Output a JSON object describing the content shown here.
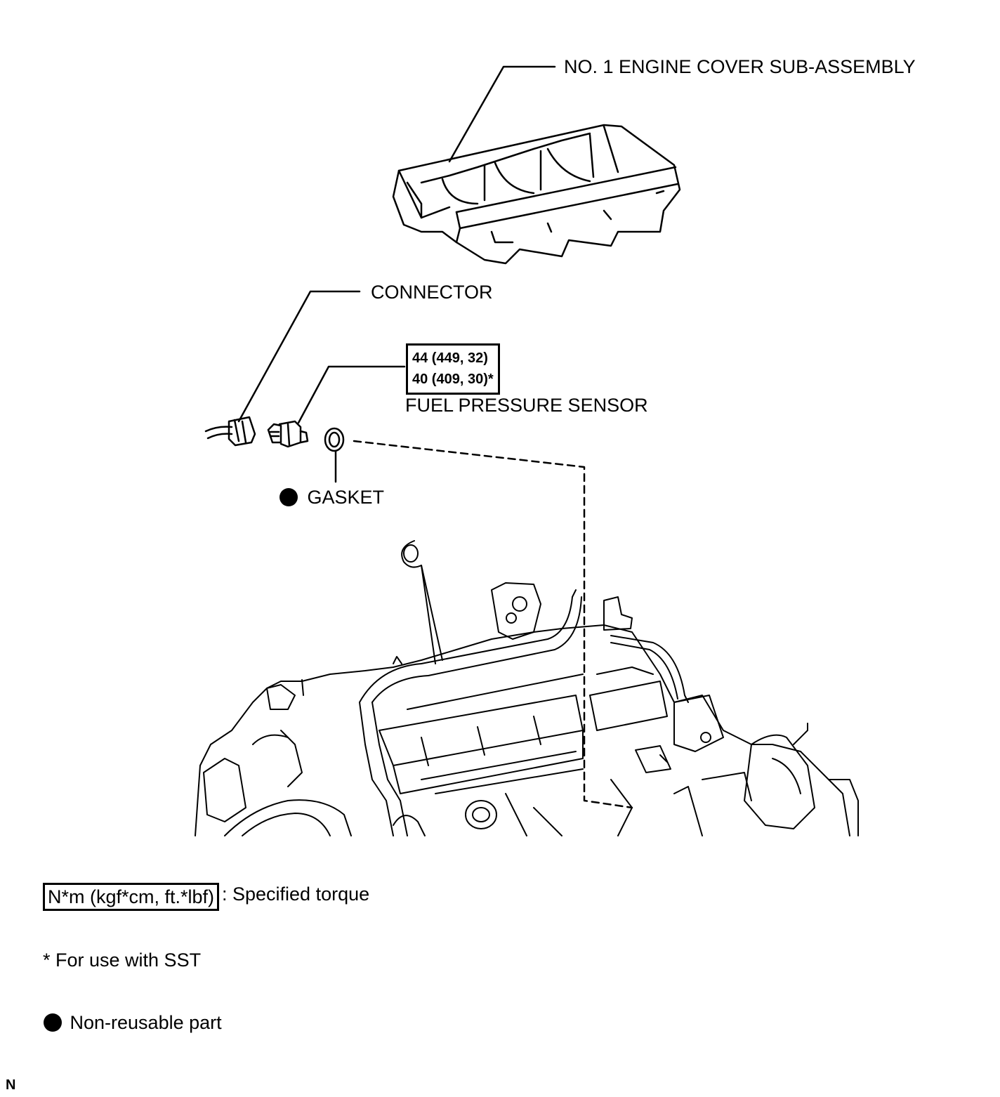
{
  "labels": {
    "engine_cover": "NO. 1 ENGINE COVER SUB-ASSEMBLY",
    "connector": "CONNECTOR",
    "fuel_pressure_sensor": "FUEL PRESSURE SENSOR",
    "gasket": "GASKET"
  },
  "torque": {
    "line1": "44 (449, 32)",
    "line2": "40 (409, 30)*"
  },
  "legend": {
    "torque_box": "N*m (kgf*cm, ft.*lbf)",
    "torque_text": ": Specified torque",
    "sst_note": "* For use with SST",
    "non_reusable": "Non-reusable part"
  },
  "corner_mark": "N",
  "colors": {
    "line": "#000000",
    "background": "#ffffff"
  }
}
